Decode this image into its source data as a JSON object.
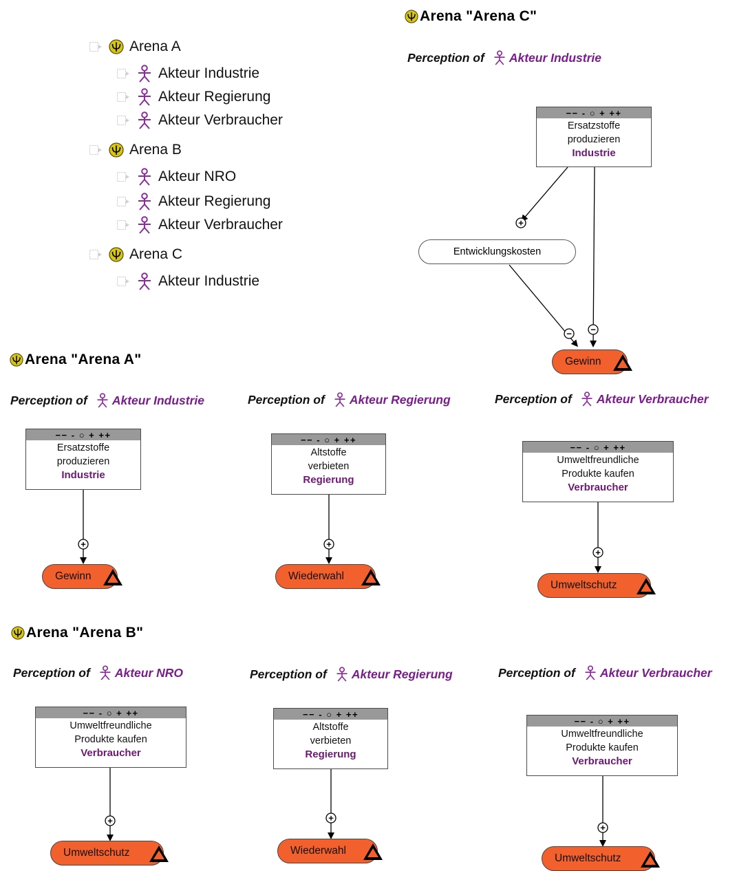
{
  "tree": {
    "items": [
      {
        "label": "Arena A",
        "type": "arena"
      },
      {
        "label": "Akteur Industrie",
        "type": "actor"
      },
      {
        "label": "Akteur Regierung",
        "type": "actor"
      },
      {
        "label": "Akteur Verbraucher",
        "type": "actor"
      },
      {
        "label": "Arena B",
        "type": "arena"
      },
      {
        "label": "Akteur NRO",
        "type": "actor"
      },
      {
        "label": "Akteur Regierung",
        "type": "actor"
      },
      {
        "label": "Akteur Verbraucher",
        "type": "actor"
      },
      {
        "label": "Arena C",
        "type": "arena"
      },
      {
        "label": "Akteur Industrie",
        "type": "actor"
      }
    ]
  },
  "scale_label": "−− - ○ + ++",
  "perception_prefix": "Perception of",
  "arenas": {
    "c": {
      "title": "Arena \"Arena C\"",
      "perceptions": [
        {
          "actor": "Akteur Industrie",
          "strategy": {
            "line1": "Ersatzstoffe",
            "line2": "produzieren",
            "actor": "Industrie"
          },
          "factor": "Entwicklungskosten",
          "goal": "Gewinn",
          "signs": {
            "strategy_to_factor": "+",
            "factor_to_goal": "−",
            "strategy_to_goal": "−"
          }
        }
      ]
    },
    "a": {
      "title": "Arena \"Arena A\"",
      "perceptions": [
        {
          "actor": "Akteur Industrie",
          "strategy": {
            "line1": "Ersatzstoffe",
            "line2": "produzieren",
            "actor": "Industrie"
          },
          "goal": "Gewinn",
          "sign": "+"
        },
        {
          "actor": "Akteur Regierung",
          "strategy": {
            "line1": "Altstoffe",
            "line2": "verbieten",
            "actor": "Regierung"
          },
          "goal": "Wiederwahl",
          "sign": "+"
        },
        {
          "actor": "Akteur Verbraucher",
          "strategy": {
            "line1": "Umweltfreundliche",
            "line2": "Produkte kaufen",
            "actor": "Verbraucher"
          },
          "goal": "Umweltschutz",
          "sign": "+"
        }
      ]
    },
    "b": {
      "title": "Arena \"Arena B\"",
      "perceptions": [
        {
          "actor": "Akteur NRO",
          "strategy": {
            "line1": "Umweltfreundliche",
            "line2": "Produkte kaufen",
            "actor": "Verbraucher"
          },
          "goal": "Umweltschutz",
          "sign": "+"
        },
        {
          "actor": "Akteur Regierung",
          "strategy": {
            "line1": "Altstoffe",
            "line2": "verbieten",
            "actor": "Regierung"
          },
          "goal": "Wiederwahl",
          "sign": "+"
        },
        {
          "actor": "Akteur Verbraucher",
          "strategy": {
            "line1": "Umweltfreundliche",
            "line2": "Produkte kaufen",
            "actor": "Verbraucher"
          },
          "goal": "Umweltschutz",
          "sign": "+"
        }
      ]
    }
  },
  "colors": {
    "actor_text": "#7a1d8c",
    "goal_fill": "#f2602e",
    "scale_bar": "#999999",
    "arena_icon": "#d4c21a"
  }
}
